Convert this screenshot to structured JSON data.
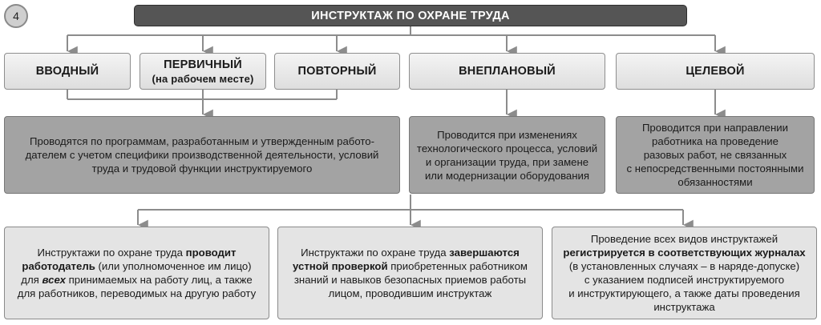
{
  "page_number": "4",
  "title": "ИНСТРУКТАЖ ПО ОХРАНЕ ТРУДА",
  "types": {
    "vvodny": "ВВОДНЫЙ",
    "pervichny": "ПЕРВИЧНЫЙ",
    "pervichny_sub": "(на рабочем месте)",
    "povtorny": "ПОВТОРНЫЙ",
    "vneplanovy": "ВНЕПЛАНОВЫЙ",
    "tselevoy": "ЦЕЛЕВОЙ"
  },
  "descriptions": {
    "general": [
      "Проводятся по программам, разработанным и утвержденным работо-",
      "дателем с учетом специфики производственной деятельности, условий",
      "труда и трудовой функции инструктируемого"
    ],
    "vneplanovy": [
      "Проводится при изменениях",
      "технологического процесса, условий",
      "и организации труда, при замене",
      "или модернизации оборудования"
    ],
    "tselevoy": [
      "Проводится при направлении",
      "работника на проведение",
      "разовых работ, не связанных",
      "с непосредственными постоянными",
      "обязанностями"
    ]
  },
  "rules": {
    "who": {
      "p1": "Инструктажи по охране труда ",
      "b1": "проводит",
      "b2": "работодатель",
      "p2": " (или уполномоченное им лицо)",
      "p3": "для ",
      "em": "всех",
      "p4": " принимаемых на работу лиц, а также",
      "p5": "для работников, переводимых на другую работу"
    },
    "completion": {
      "p1": "Инструктажи по охране труда ",
      "b1": "завершаются",
      "b2": "устной проверкой",
      "p2": " приобретенных работником",
      "p3": "знаний и навыков безопасных приемов работы",
      "p4": "лицом, проводившим инструктаж"
    },
    "registration": {
      "p1": "Проведение всех видов инструктажей",
      "b1": "регистрируется в соответствующих журналах",
      "p2": "(в установленных случаях – в наряде-допуске)",
      "p3": "с указанием подписей инструктируемого",
      "p4": "и инструктирующего, а также даты проведения",
      "p5": "инструктажа"
    }
  },
  "colors": {
    "title_bg": "#555555",
    "desc_bg": "#a3a3a3",
    "rule_bg": "#e4e4e4",
    "connector": "#8c8c8c"
  }
}
